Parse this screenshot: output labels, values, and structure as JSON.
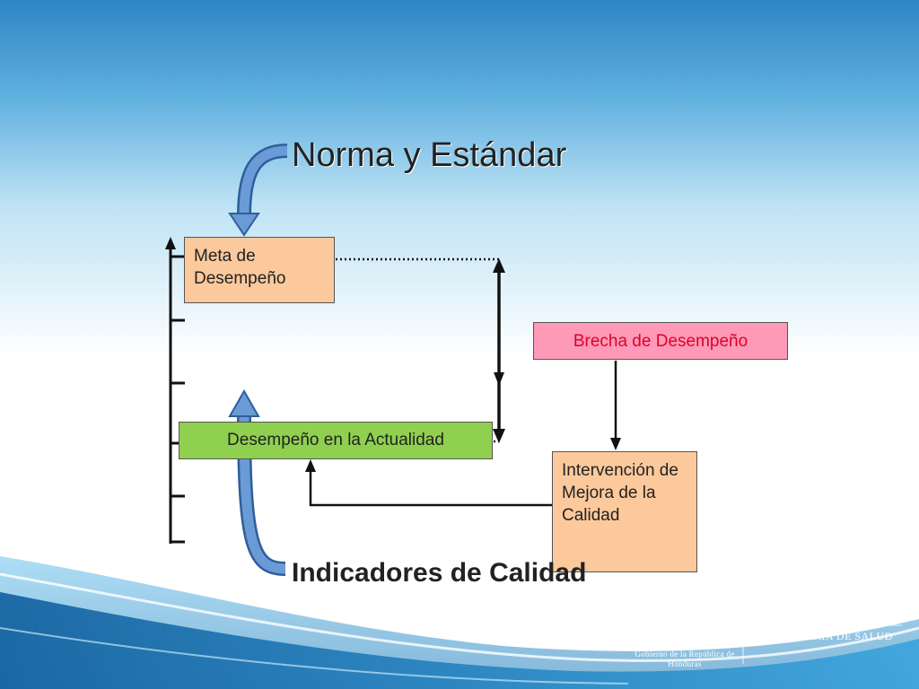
{
  "title": "Norma y Estándar",
  "boxes": {
    "meta": "Meta de Desempeño",
    "brecha": "Brecha de Desempeño",
    "actual": "Desempeño en la Actualidad",
    "intervencion": "Intervención de Mejora de la Calidad"
  },
  "indicadores": "Indicadores de Calidad",
  "footer": {
    "gobierno": "Gobierno de la República de Honduras",
    "secretaria": "SECRETARÍA DE SALUD",
    "stars": "★★★★★"
  },
  "colors": {
    "meta_fill": "#fbc99c",
    "brecha_fill": "#ff99b8",
    "brecha_text": "#e0002a",
    "actual_fill": "#8fd14f",
    "curved_arrow": "#5b8bc9"
  },
  "icons": [
    "curved-arrow-down-icon",
    "curved-arrow-up-icon",
    "double-arrow-icon",
    "emblem-icon"
  ]
}
